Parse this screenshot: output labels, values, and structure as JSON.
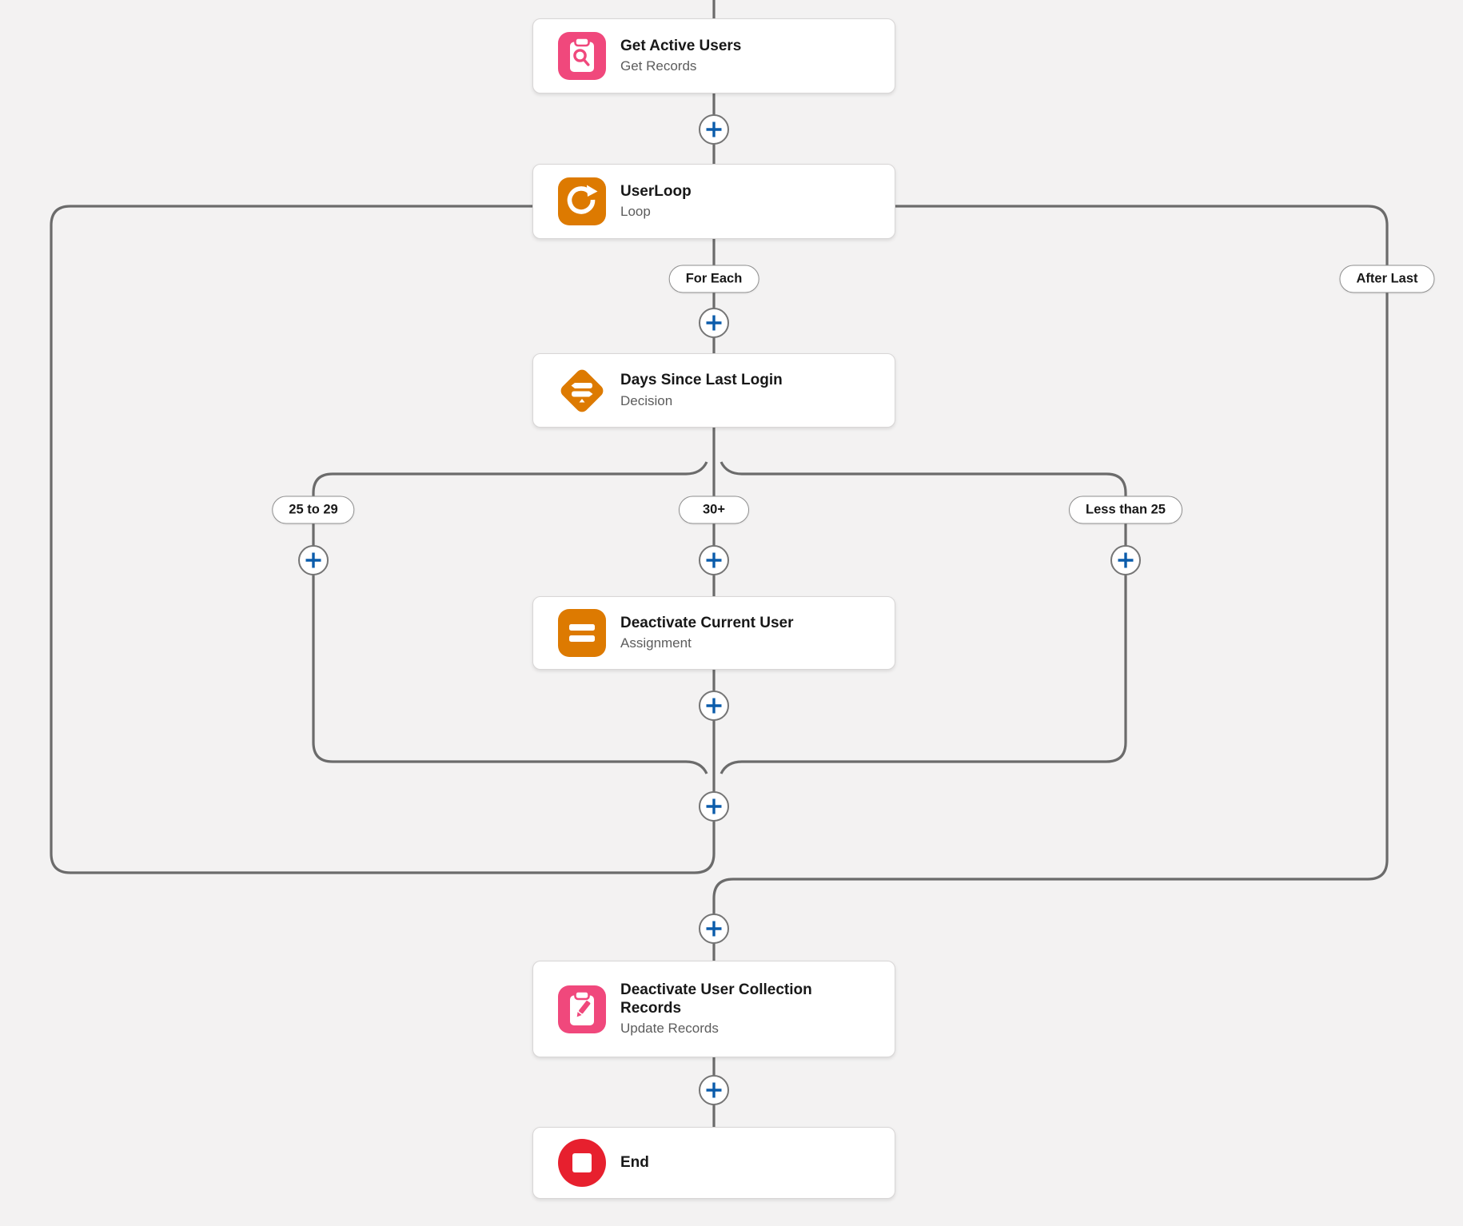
{
  "flow": {
    "nodes": [
      {
        "title": "Get Active Users",
        "subtitle": "Get Records",
        "icon": "get-records-icon"
      },
      {
        "title": "UserLoop",
        "subtitle": "Loop",
        "icon": "loop-icon"
      },
      {
        "title": "Days Since Last Login",
        "subtitle": "Decision",
        "icon": "decision-icon"
      },
      {
        "title": "Deactivate Current User",
        "subtitle": "Assignment",
        "icon": "assignment-icon"
      },
      {
        "title": "Deactivate User Collection Records",
        "subtitle": "Update Records",
        "icon": "update-records-icon"
      },
      {
        "title": "End",
        "subtitle": "",
        "icon": "end-icon"
      }
    ],
    "connector_labels": {
      "for_each": "For Each",
      "after_last": "After Last",
      "outcome_left": "25 to 29",
      "outcome_center": "30+",
      "outcome_right": "Less than 25"
    },
    "colors": {
      "canvas_background": "#f3f2f2",
      "connector_line": "#6b6b6b",
      "plus_blue": "#0b5cab",
      "data_element_pink": "#f0487c",
      "logic_element_orange": "#dd7a01",
      "end_red": "#e7202e"
    }
  }
}
